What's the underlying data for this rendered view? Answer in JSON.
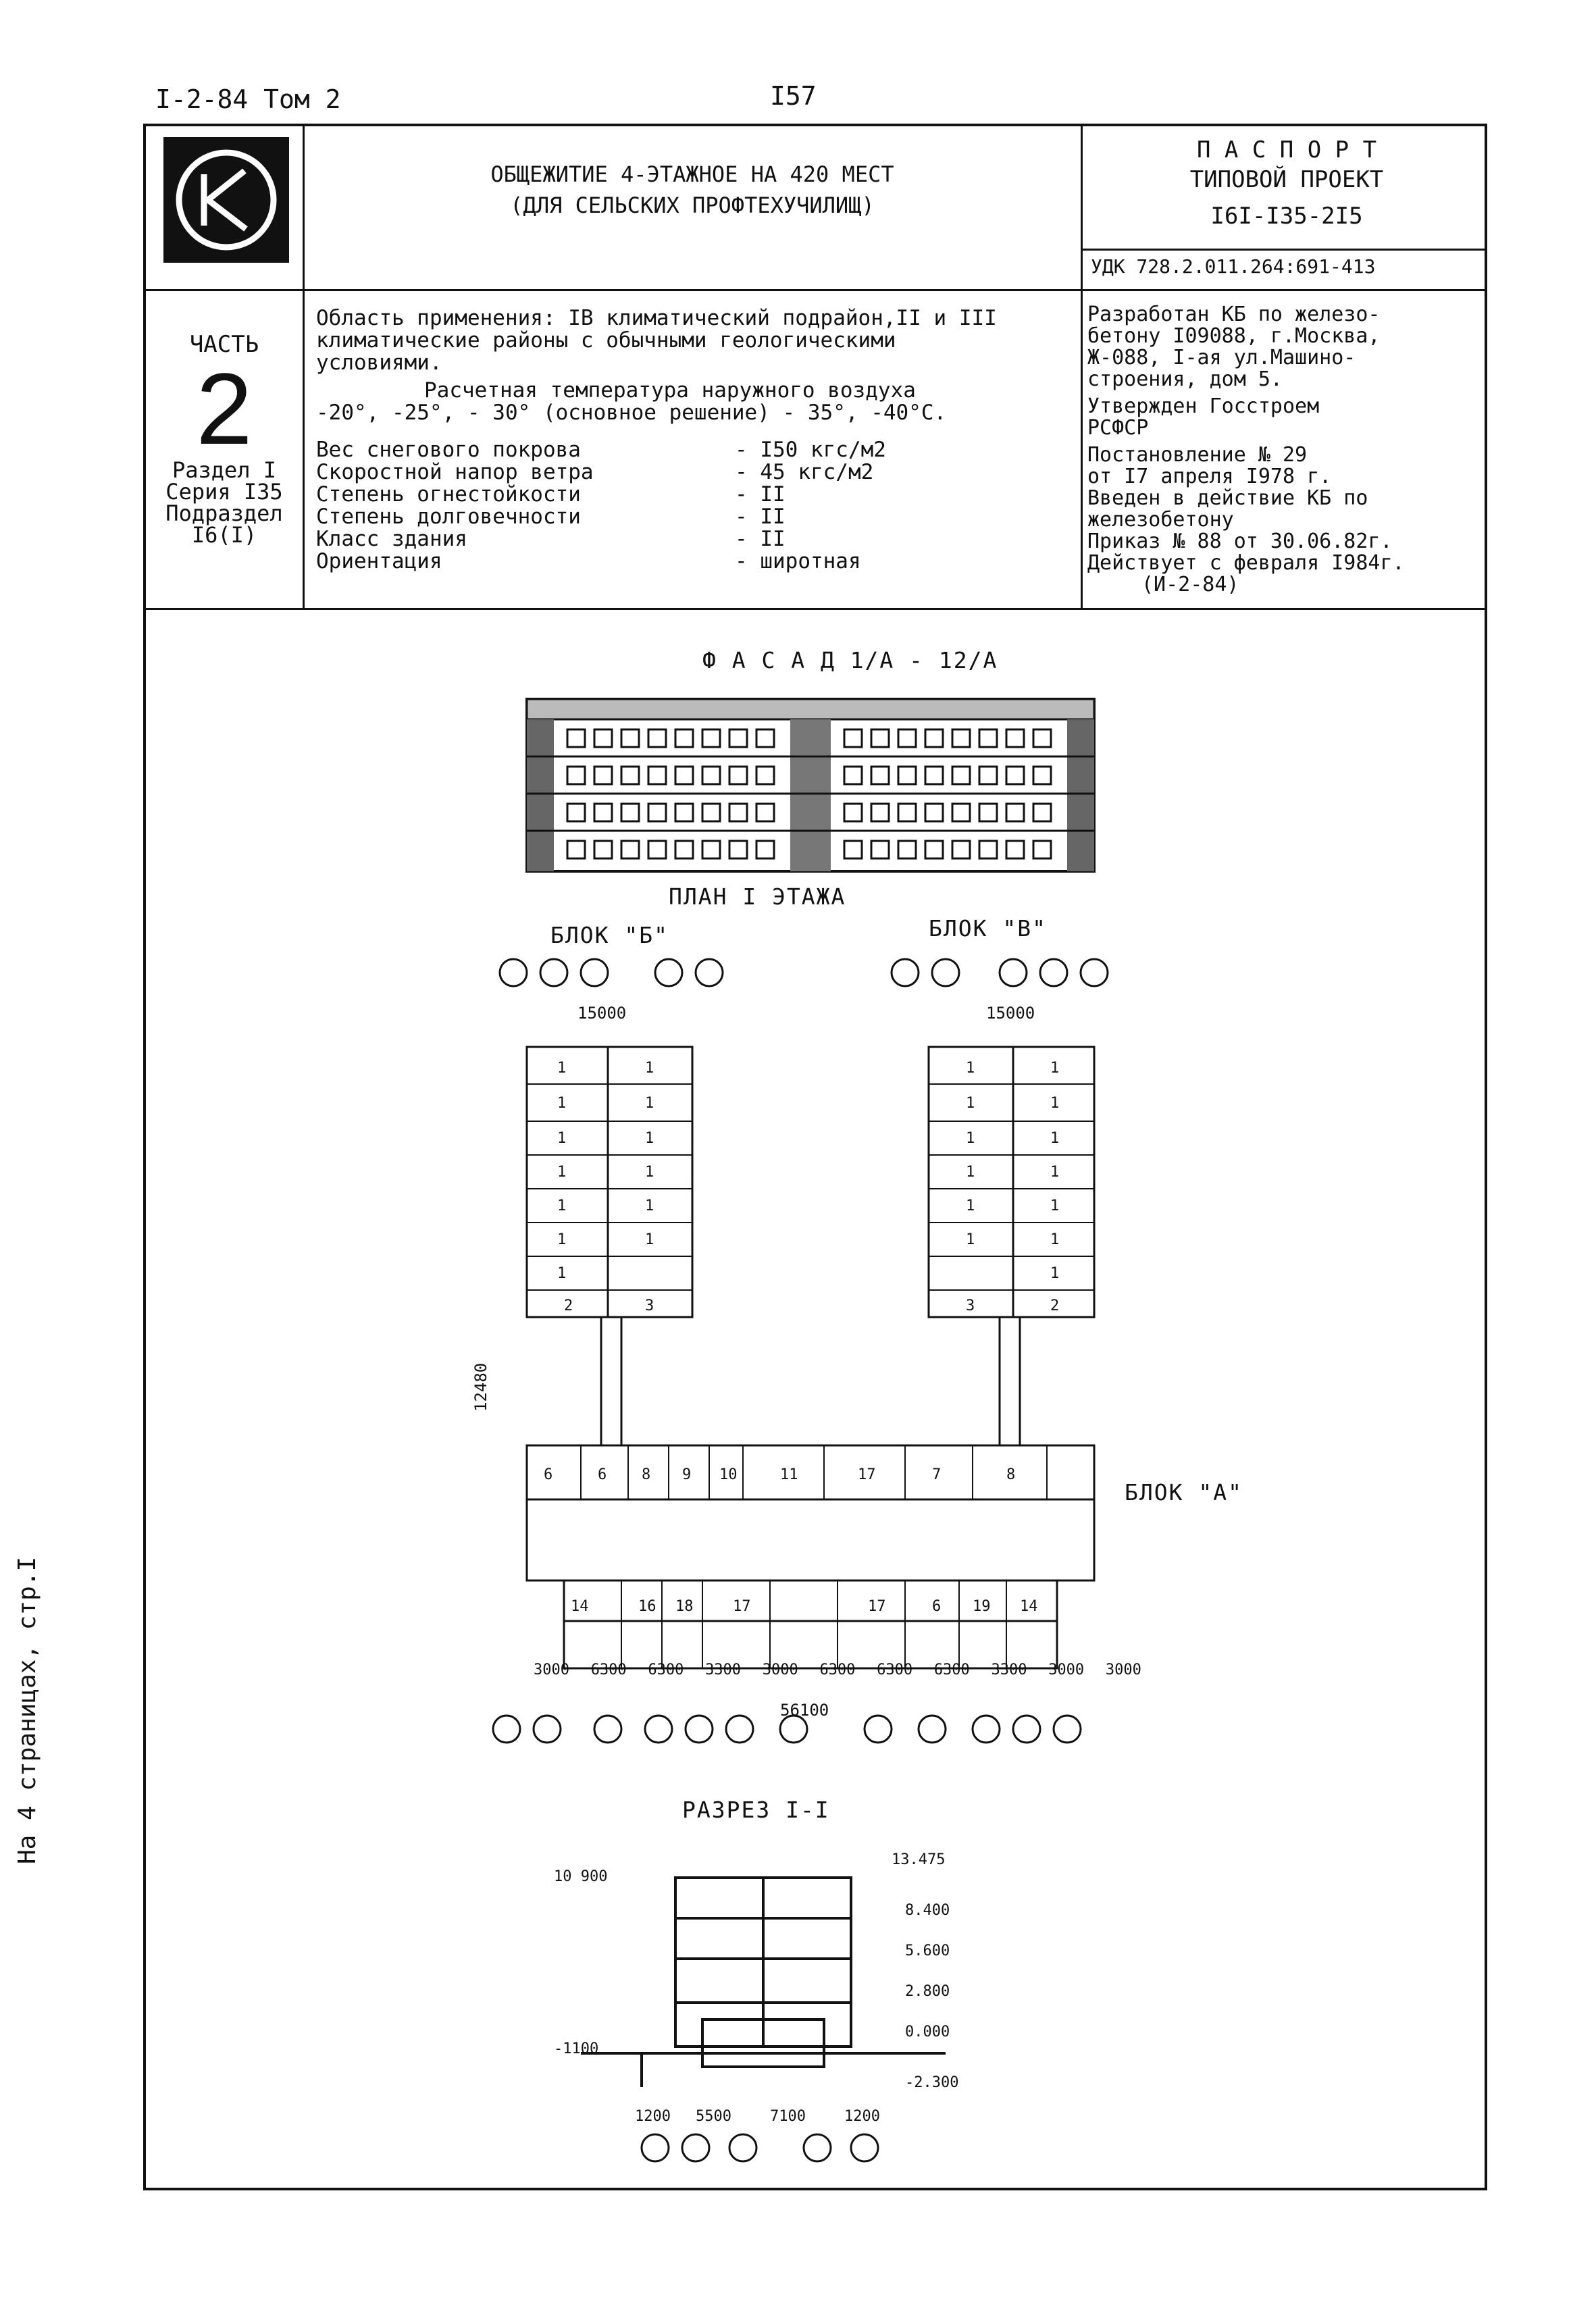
{
  "header": {
    "doc_ref": "I-2-84 Том 2",
    "page_number": "I57"
  },
  "title_block": {
    "building_line1": "ОБЩЕЖИТИЕ 4-ЭТАЖНОЕ НА 420 МЕСТ",
    "building_line2": "(ДЛЯ СЕЛЬСКИХ ПРОФТЕХУЧИЛИЩ)",
    "passport_line1": "П А С П О Р Т",
    "passport_line2": "ТИПОВОЙ ПРОЕКТ",
    "project_code": "I6I-I35-2I5",
    "udk": "УДК 728.2.011.264:691-413"
  },
  "part_block": {
    "part_label": "ЧАСТЬ",
    "part_number": "2",
    "section_lines": [
      "Раздел I",
      "Серия I35",
      "Подраздел",
      "I6(I)"
    ]
  },
  "application": {
    "lines": [
      "Область применения: IВ климатический подрайон,II и III",
      "климатические районы с обычными геологическими",
      "условиями."
    ],
    "temp_line1": "Расчетная температура наружного воздуха",
    "temp_line2": "-20°, -25°, - 30° (основное решение) - 35°, -40°С.",
    "params": [
      {
        "name": "Вес снегового покрова",
        "value": "- I50 кгс/м2"
      },
      {
        "name": "Скоростной напор ветра",
        "value": "- 45 кгс/м2"
      },
      {
        "name": "Степень огнестойкости",
        "value": "- II"
      },
      {
        "name": "Степень долговечности",
        "value": "- II"
      },
      {
        "name": "Класс здания",
        "value": "- II"
      },
      {
        "name": "Ориентация",
        "value": "- широтная"
      }
    ]
  },
  "developer_block": {
    "lines": [
      "Разработан КБ по железо-",
      "бетону I09088, г.Москва,",
      "Ж-088, I-ая ул.Машино-",
      "строения, дом 5.",
      "Утвержден Госстроем",
      "РСФСР",
      "Постановление № 29",
      "от I7 апреля I978 г.",
      "Введен в действие КБ по",
      "железобетону",
      "Приказ № 88 от 30.06.82г.",
      "Действует с февраля I984г.",
      "(И-2-84)"
    ]
  },
  "drawings": {
    "facade_title": "Ф А С А Д 1/А - 12/А",
    "plan_title": "ПЛАН I ЭТАЖА",
    "block_b": "БЛОК \"Б\"",
    "block_v": "БЛОК \"В\"",
    "block_a": "БЛОК \"А\"",
    "dim_15000": "15000",
    "dim_12480": "12480",
    "dim_56100": "56100",
    "section_title": "РАЗРЕЗ I-I",
    "levels": [
      "13.475",
      "10 900",
      "8.400",
      "5.600",
      "2.800",
      "0.000",
      "-1100",
      "-2.300"
    ],
    "section_dims": [
      "1200",
      "5500",
      "7100",
      "1200"
    ],
    "bottom_dims": [
      "3000",
      "6300",
      "6300",
      "3300",
      "3000",
      "6300",
      "6300",
      "6300",
      "3300",
      "3000",
      "3000"
    ]
  },
  "side_note": "На 4 страницах, стр.I"
}
